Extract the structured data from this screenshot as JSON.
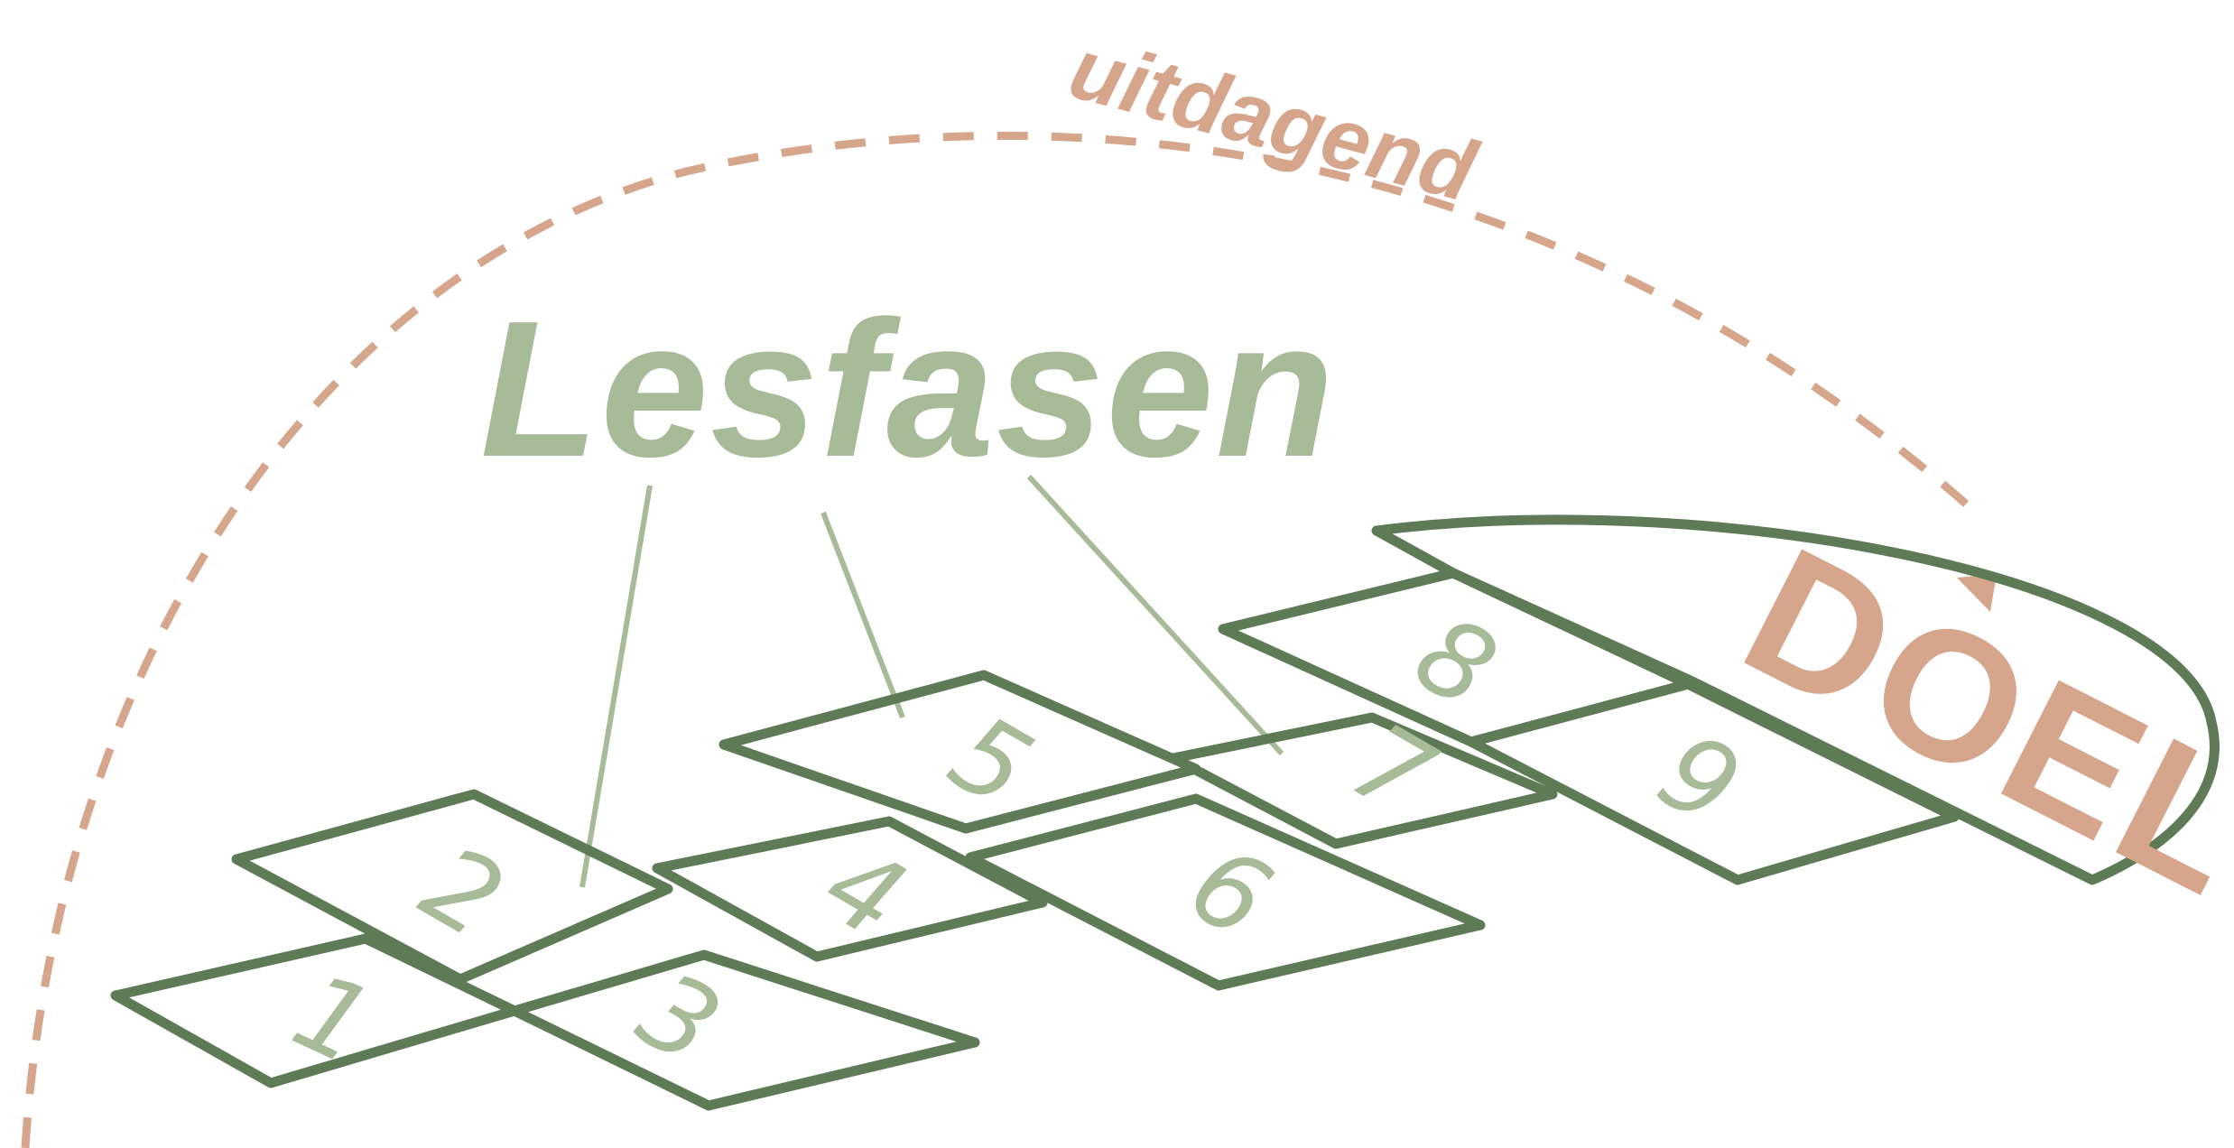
{
  "title": "Lesfasen",
  "arc_label": "uitdagend",
  "goal_label": "DOEL",
  "squares": [
    {
      "id": "1",
      "label": "1"
    },
    {
      "id": "2",
      "label": "2"
    },
    {
      "id": "3",
      "label": "3"
    },
    {
      "id": "4",
      "label": "4"
    },
    {
      "id": "5",
      "label": "5"
    },
    {
      "id": "6",
      "label": "6"
    },
    {
      "id": "7",
      "label": "7"
    },
    {
      "id": "8",
      "label": "8"
    },
    {
      "id": "9",
      "label": "9"
    }
  ],
  "colors": {
    "arc": "#d6a68c",
    "arc_label": "#d6a68c",
    "goal": "#d6a68c",
    "title": "#a8bb99",
    "outline": "#5e7a57",
    "numbers": "#a8bb99",
    "pointer_lines": "#a8bb99"
  }
}
